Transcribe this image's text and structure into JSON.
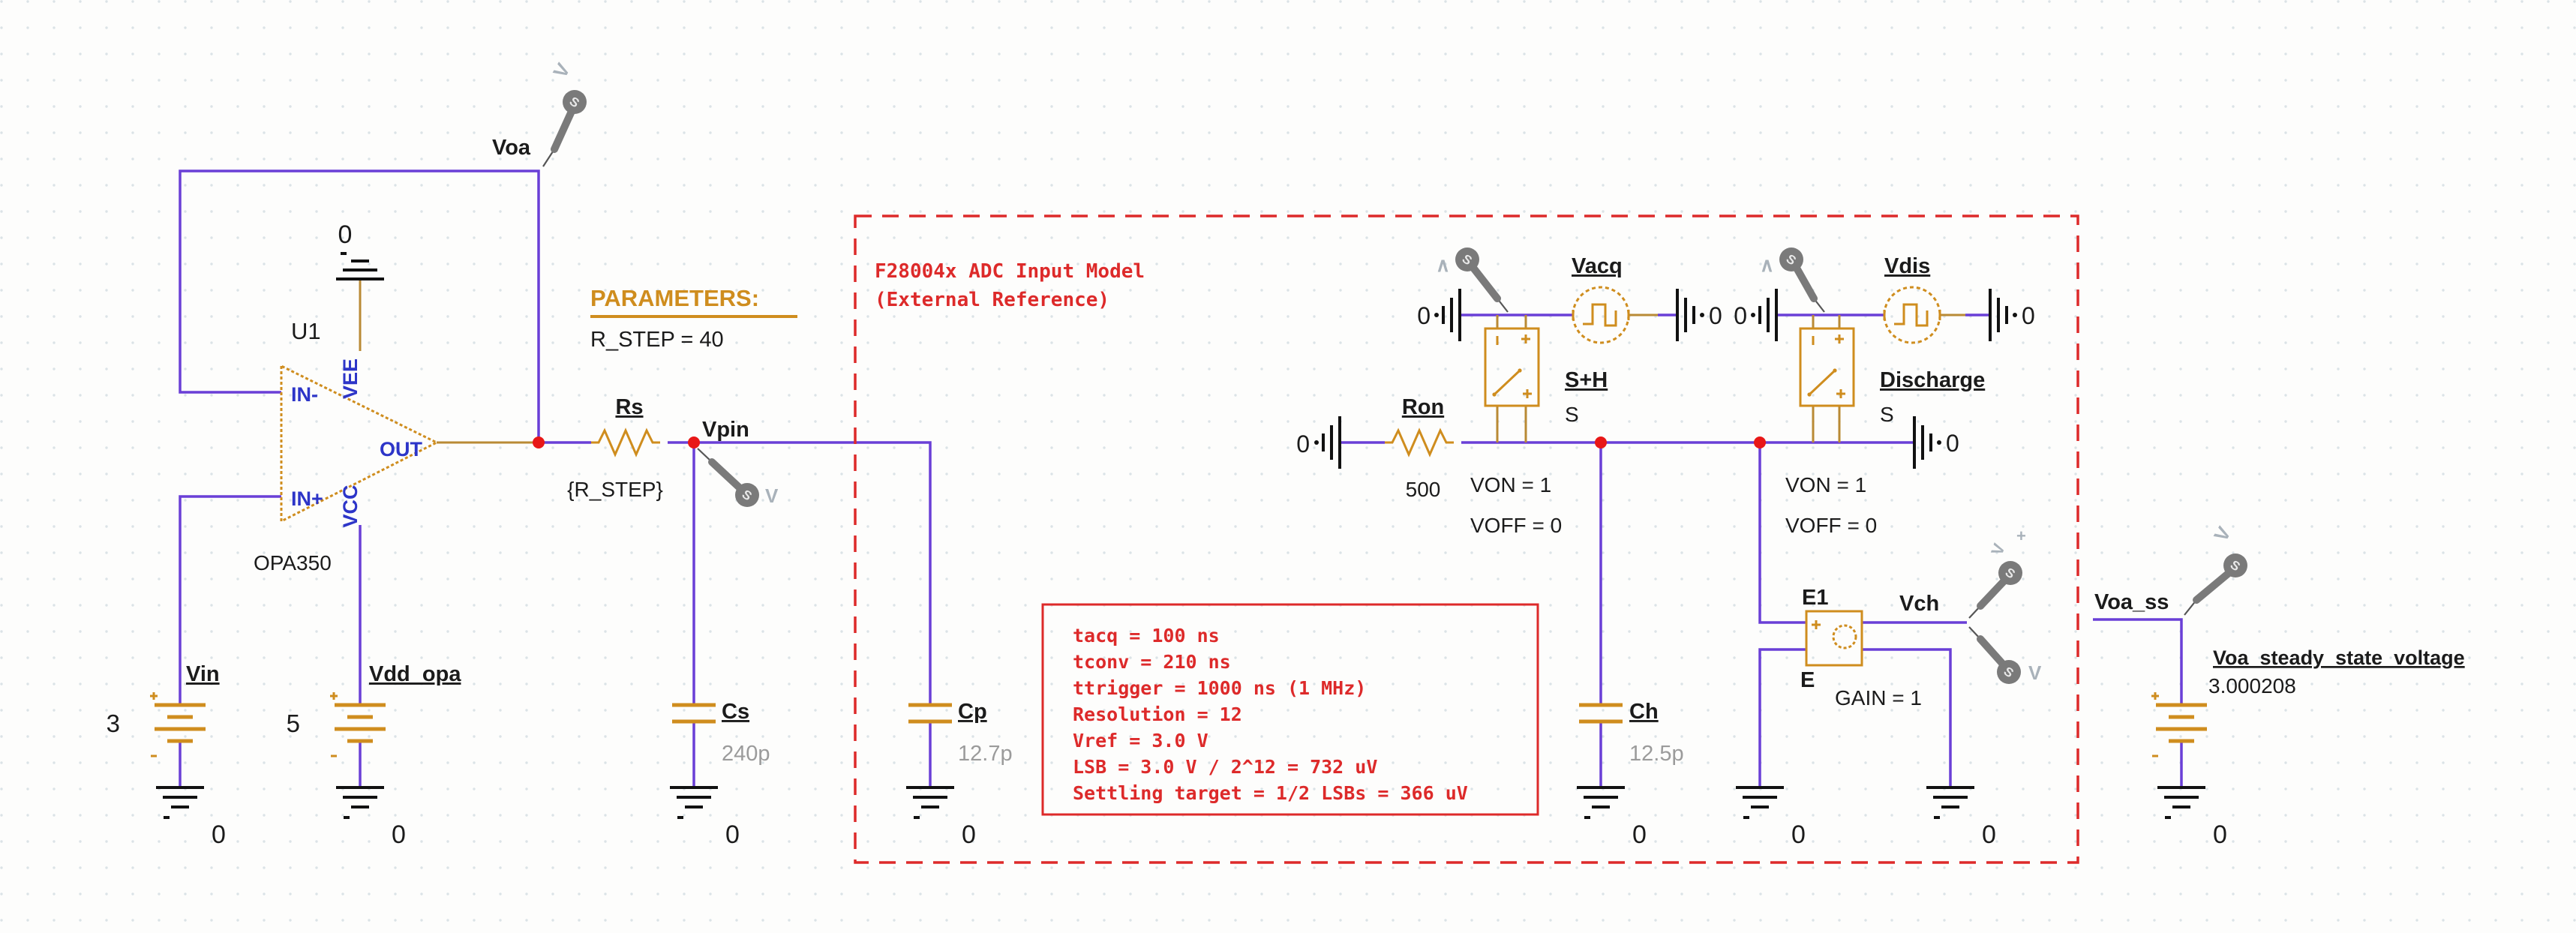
{
  "schematic": {
    "opamp": {
      "ref": "U1",
      "part": "OPA350",
      "pins": {
        "in_neg": "IN-",
        "in_pos": "IN+",
        "out": "OUT",
        "vee": "VEE",
        "vcc": "VCC"
      }
    },
    "parameters": {
      "title": "PARAMETERS:",
      "line1": "R_STEP = 40"
    },
    "sources": {
      "vin": {
        "name": "Vin",
        "value": "3"
      },
      "vdd": {
        "name": "Vdd_opa",
        "value": "5"
      },
      "voa_ss_src": {
        "name": "Voa_steady_state_voltage",
        "value": "3.000208"
      }
    },
    "resistors": {
      "rs": {
        "name": "Rs",
        "value": "{R_STEP}"
      },
      "ron": {
        "name": "Ron",
        "value": "500"
      }
    },
    "capacitors": {
      "cs": {
        "name": "Cs",
        "value": "240p"
      },
      "cp": {
        "name": "Cp",
        "value": "12.7p"
      },
      "ch": {
        "name": "Ch",
        "value": "12.5p"
      }
    },
    "switches": {
      "sh": {
        "name": "S+H",
        "model": "S",
        "von": "VON = 1",
        "voff": "VOFF = 0"
      },
      "discharge": {
        "name": "Discharge",
        "model": "S",
        "von": "VON = 1",
        "voff": "VOFF = 0"
      }
    },
    "pulse_sources": {
      "vacq": "Vacq",
      "vdis": "Vdis"
    },
    "vcvs": {
      "ref": "E1",
      "model": "E",
      "gain": "GAIN = 1"
    },
    "nets": {
      "voa": "Voa",
      "vpin": "Vpin",
      "vch": "Vch",
      "voa_ss": "Voa_ss",
      "gnd": "0"
    },
    "adc_box": {
      "title_line1": "F28004x ADC Input Model",
      "title_line2": "(External Reference)"
    },
    "notes": {
      "lines": [
        "tacq = 100 ns",
        "tconv = 210 ns",
        "ttrigger = 1000 ns (1 MHz)",
        "Resolution = 12",
        "Vref = 3.0 V",
        "LSB = 3.0 V / 2^12 = 732 uV",
        "Settling target = 1/2 LSBs = 366 uV"
      ]
    },
    "probe_markers": {
      "head": "S",
      "v": "V",
      "plus": "+",
      "caret": "∧",
      "chevron": ">"
    },
    "colors": {
      "wire": "#6a3fd6",
      "component": "#cf8d1e",
      "annotation": "#dd2a2a",
      "pin_text": "#2d35c8",
      "value_gray": "#9b9b9b",
      "probe": "#7a7a7a",
      "junction": "#e81717"
    }
  }
}
